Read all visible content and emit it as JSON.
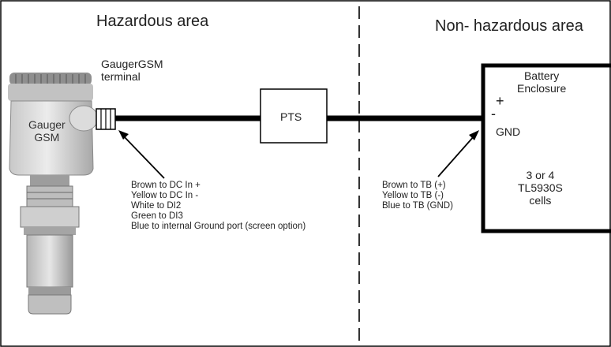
{
  "diagram": {
    "areas": {
      "hazardous": "Hazardous area",
      "non_hazardous": "Non- hazardous area"
    },
    "device": {
      "name": "Gauger\nGSM",
      "terminal_label": "GaugerGSM\nterminal"
    },
    "barrier": {
      "label": "PTS"
    },
    "enclosure": {
      "title": "Battery\nEnclosure",
      "cells": "3 or 4\nTL5930S\ncells",
      "plus": "+",
      "minus": "-",
      "gnd": "GND"
    },
    "wiring_left": [
      "Brown to DC In +",
      "Yellow to DC In -",
      "White to DI2",
      "Green to DI3",
      "Blue to internal Ground port (screen option)"
    ],
    "wiring_right": [
      "Brown to TB (+)",
      "Yellow to TB (-)",
      "Blue to TB (GND)"
    ],
    "colors": {
      "line": "#000000",
      "device_body": "#d9d9d9",
      "device_shadow": "#9e9e9e"
    }
  }
}
